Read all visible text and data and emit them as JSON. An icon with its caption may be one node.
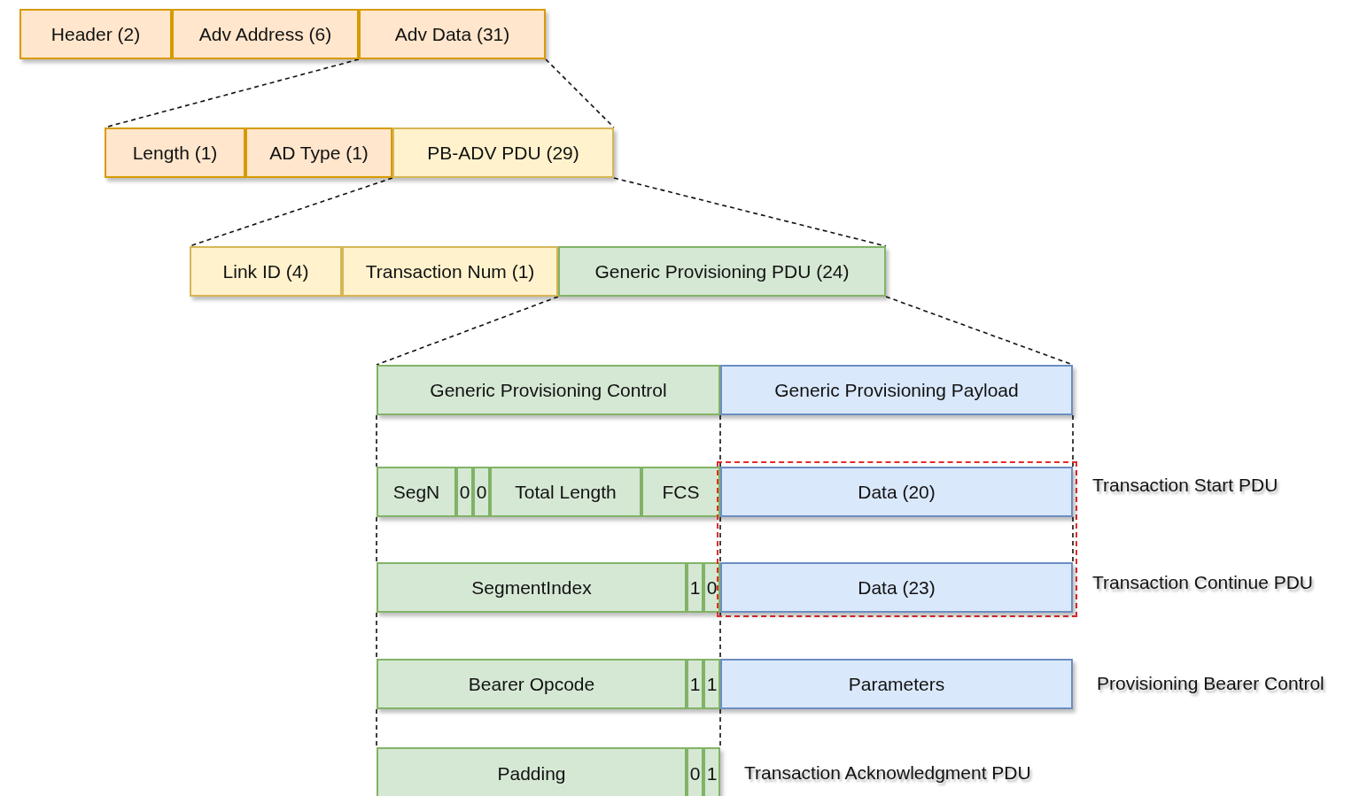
{
  "diagram": {
    "nodes": [
      {
        "text": [
          "Header (2)"
        ]
      },
      {
        "text": [
          "Adv Address (6)"
        ]
      },
      {
        "text": [
          "Adv Data (31)"
        ]
      },
      {
        "text": [
          "Length (1)"
        ]
      },
      {
        "text": [
          "AD Type (1)"
        ]
      },
      {
        "text": [
          "PB-ADV PDU (29)"
        ]
      },
      {
        "text": [
          "Link ID (4)"
        ]
      },
      {
        "text": [
          "Transaction Num (1)"
        ]
      },
      {
        "text": [
          "Generic Provisioning PDU (24)"
        ]
      },
      {
        "text": [
          "Generic Provisioning Control"
        ]
      },
      {
        "text": [
          "Generic Provisioning Payload"
        ]
      },
      {
        "text": [
          "SegN"
        ]
      },
      {
        "text": [
          "0"
        ]
      },
      {
        "text": [
          "0"
        ]
      },
      {
        "text": [
          "Total Length"
        ]
      },
      {
        "text": [
          "FCS"
        ]
      },
      {
        "text": [],
        "shape": "box"
      },
      {
        "text": [
          "Data (20)"
        ],
        "in": 16
      },
      {
        "text": [
          "SegmentIndex"
        ]
      },
      {
        "text": [
          "1"
        ]
      },
      {
        "text": [
          "0"
        ]
      },
      {
        "text": [
          "Data (23)"
        ],
        "in": 16
      },
      {
        "text": [
          "Bearer Opcode"
        ]
      },
      {
        "text": [
          "1"
        ]
      },
      {
        "text": [
          "1"
        ]
      },
      {
        "text": [
          "Parameters"
        ]
      },
      {
        "text": [
          "Padding"
        ]
      },
      {
        "text": [
          "0"
        ]
      },
      {
        "text": [
          "1"
        ]
      }
    ],
    "edges": [
      {
        "from": 2,
        "to": 3,
        "arrow": "none",
        "style": "dashed"
      },
      {
        "from": 2,
        "to": 5,
        "arrow": "none",
        "style": "dashed"
      },
      {
        "from": 5,
        "to": 6,
        "arrow": "none",
        "style": "dashed"
      },
      {
        "from": 5,
        "to": 8,
        "arrow": "none",
        "style": "dashed"
      },
      {
        "from": 8,
        "to": 9,
        "arrow": "none",
        "style": "dashed"
      },
      {
        "from": 8,
        "to": 10,
        "arrow": "none",
        "style": "dashed"
      },
      {
        "from": 9,
        "to": 11,
        "arrow": "none",
        "style": "dashed"
      },
      {
        "from": 11,
        "to": 18,
        "arrow": "none",
        "style": "dashed"
      },
      {
        "from": 18,
        "to": 22,
        "arrow": "none",
        "style": "dashed"
      },
      {
        "from": 22,
        "to": 26,
        "arrow": "none",
        "style": "dashed"
      },
      {
        "from": 9,
        "to": 15,
        "arrow": "none",
        "style": "dashed"
      },
      {
        "from": 15,
        "to": 20,
        "arrow": "none",
        "style": "dashed"
      },
      {
        "from": 20,
        "to": 24,
        "arrow": "none",
        "style": "dashed"
      },
      {
        "from": 24,
        "to": 28,
        "arrow": "none",
        "style": "dashed"
      },
      {
        "from": 10,
        "to": 17,
        "arrow": "none",
        "style": "dashed"
      },
      {
        "from": 17,
        "to": 21,
        "arrow": "none",
        "style": "dashed"
      }
    ],
    "labels": [
      "Transaction Start PDU",
      "Transaction Continue PDU",
      "Provisioning Bearer Control",
      "Transaction Acknowledgment PDU"
    ]
  }
}
